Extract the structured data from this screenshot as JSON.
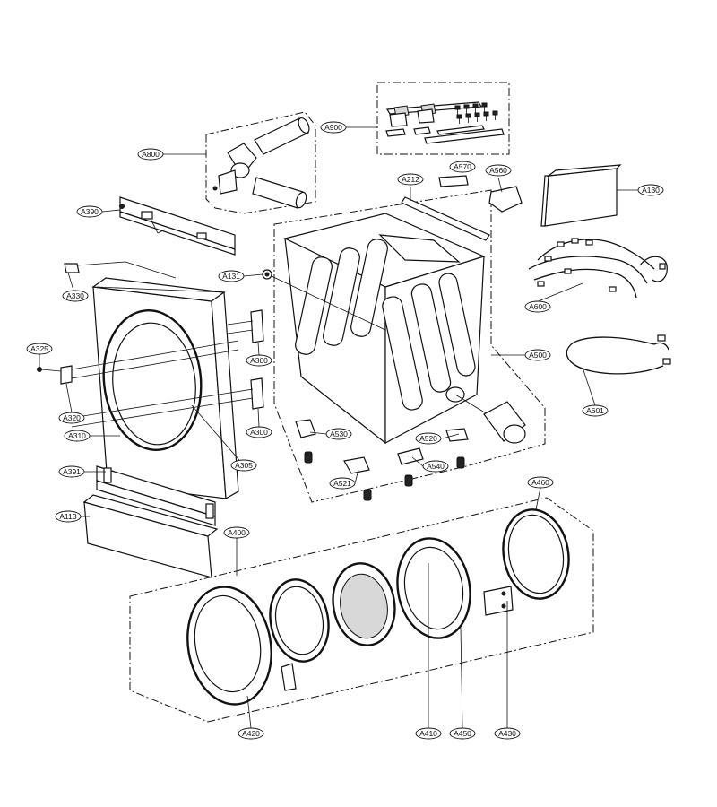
{
  "diagram": {
    "type": "exploded-parts-view",
    "line_color": "#111111",
    "background": "#ffffff"
  },
  "labels": {
    "A900": "A900",
    "A800": "A800",
    "A212": "A212",
    "A570": "A570",
    "A560": "A560",
    "A130": "A130",
    "A390": "A390",
    "A131": "A131",
    "A330": "A330",
    "A600": "A600",
    "A325": "A325",
    "A300a": "A300",
    "A500": "A500",
    "A601": "A601",
    "A320": "A320",
    "A300b": "A300",
    "A310": "A310",
    "A530": "A530",
    "A520": "A520",
    "A305": "A305",
    "A540": "A540",
    "A391": "A391",
    "A521": "A521",
    "A460": "A460",
    "A113": "A113",
    "A400": "A400",
    "A420": "A420",
    "A410": "A410",
    "A450": "A450",
    "A430": "A430"
  }
}
